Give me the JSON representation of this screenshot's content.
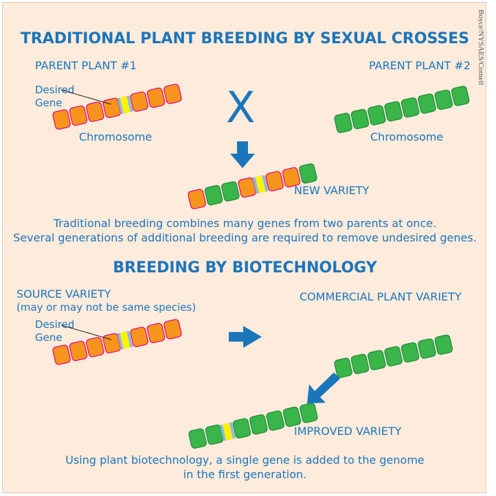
{
  "colors": {
    "background": "#fdebdc",
    "text": "#1b75bb",
    "orange_segment": "#f7941d",
    "orange_border": "#e6007e",
    "green_segment": "#39b54a",
    "green_border": "#1f8a3a",
    "desired_gene_yellow": "#fff200",
    "desired_gene_blue": "#8fb8e6",
    "arrow": "#1b75bb"
  },
  "side_credit": "Boyce/NYSAES/Cornell",
  "traditional": {
    "title": "TRADITIONAL PLANT BREEDING BY SEXUAL CROSSES",
    "parent1_label": "PARENT PLANT #1",
    "parent2_label": "PARENT PLANT #2",
    "desired_gene_line1": "Desired",
    "desired_gene_line2": "Gene",
    "cross_symbol": "X",
    "chromosome1_label": "Chromosome",
    "chromosome2_label": "Chromosome",
    "new_variety_label": "NEW VARIETY",
    "caption_line1": "Traditional breeding combines many genes from two parents at once.",
    "caption_line2": "Several generations of additional breeding are required to remove undesired genes."
  },
  "biotech": {
    "title": "BREEDING BY BIOTECHNOLOGY",
    "source_label": "SOURCE VARIETY",
    "source_sublabel": "(may or may not be same species)",
    "commercial_label": "COMMERCIAL PLANT VARIETY",
    "desired_gene_line1": "Desired",
    "desired_gene_line2": "Gene",
    "improved_label": "IMPROVED VARIETY",
    "caption_line1": "Using plant biotechnology, a single gene is added to the genome",
    "caption_line2": "in the first generation."
  }
}
